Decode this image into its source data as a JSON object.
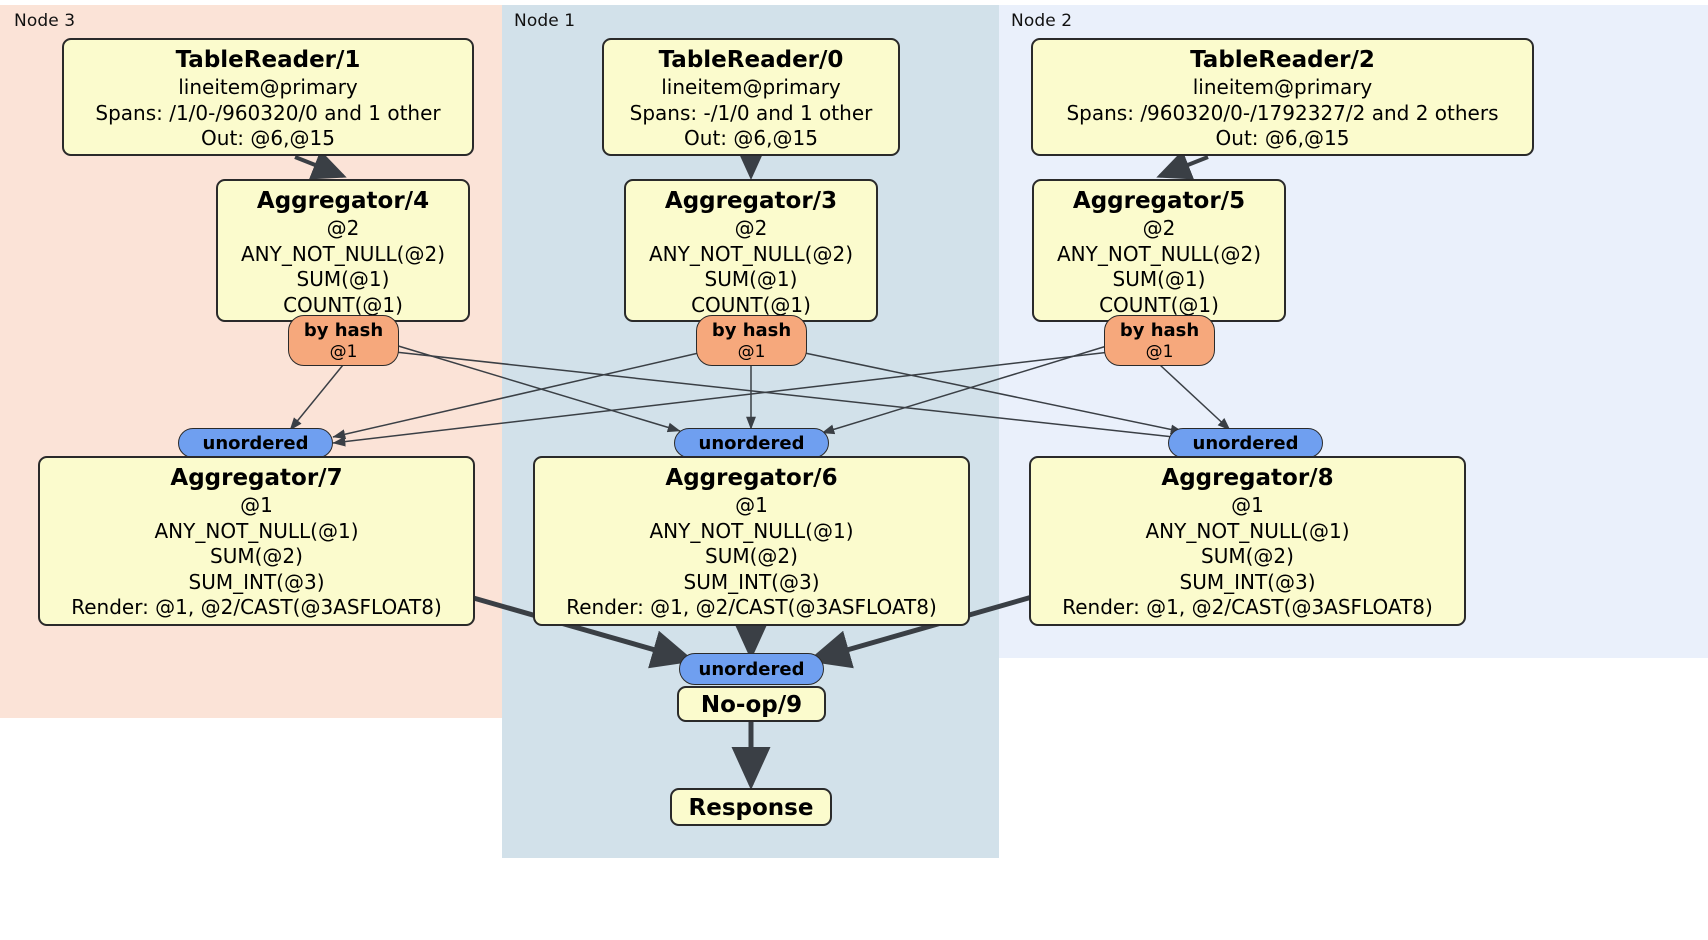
{
  "diagram": {
    "type": "distributed-query-plan",
    "colors": {
      "node3_panel": "#fbe3d7",
      "node1_panel": "#d2e1ea",
      "node2_panel": "#eaf0fb",
      "box_fill": "#fbfbcd",
      "box_border": "#2a2a2a",
      "hash_pill": "#f6a87c",
      "unordered_pill": "#6f9ff0",
      "edge": "#3a3f45"
    },
    "panels": [
      {
        "id": "node3",
        "label": "Node 3"
      },
      {
        "id": "node1",
        "label": "Node 1"
      },
      {
        "id": "node2",
        "label": "Node 2"
      }
    ],
    "nodes": {
      "table_reader_1": {
        "title": "TableReader/1",
        "lines": [
          "lineitem@primary",
          "Spans: /1/0-/960320/0 and 1 other",
          "Out: @6,@15"
        ]
      },
      "table_reader_0": {
        "title": "TableReader/0",
        "lines": [
          "lineitem@primary",
          "Spans: -/1/0 and 1 other",
          "Out: @6,@15"
        ]
      },
      "table_reader_2": {
        "title": "TableReader/2",
        "lines": [
          "lineitem@primary",
          "Spans: /960320/0-/1792327/2 and 2 others",
          "Out: @6,@15"
        ]
      },
      "aggregator_4": {
        "title": "Aggregator/4",
        "lines": [
          "@2",
          "ANY_NOT_NULL(@2)",
          "SUM(@1)",
          "COUNT(@1)"
        ]
      },
      "aggregator_3": {
        "title": "Aggregator/3",
        "lines": [
          "@2",
          "ANY_NOT_NULL(@2)",
          "SUM(@1)",
          "COUNT(@1)"
        ]
      },
      "aggregator_5": {
        "title": "Aggregator/5",
        "lines": [
          "@2",
          "ANY_NOT_NULL(@2)",
          "SUM(@1)",
          "COUNT(@1)"
        ]
      },
      "aggregator_7": {
        "title": "Aggregator/7",
        "lines": [
          "@1",
          "ANY_NOT_NULL(@1)",
          "SUM(@2)",
          "SUM_INT(@3)",
          "Render: @1, @2/CAST(@3ASFLOAT8)"
        ]
      },
      "aggregator_6": {
        "title": "Aggregator/6",
        "lines": [
          "@1",
          "ANY_NOT_NULL(@1)",
          "SUM(@2)",
          "SUM_INT(@3)",
          "Render: @1, @2/CAST(@3ASFLOAT8)"
        ]
      },
      "aggregator_8": {
        "title": "Aggregator/8",
        "lines": [
          "@1",
          "ANY_NOT_NULL(@1)",
          "SUM(@2)",
          "SUM_INT(@3)",
          "Render: @1, @2/CAST(@3ASFLOAT8)"
        ]
      },
      "noop_9": {
        "title": "No-op/9",
        "lines": []
      },
      "response": {
        "title": "Response",
        "lines": []
      }
    },
    "routers": {
      "hash_4": {
        "label": "by hash",
        "sub": "@1"
      },
      "hash_3": {
        "label": "by hash",
        "sub": "@1"
      },
      "hash_5": {
        "label": "by hash",
        "sub": "@1"
      },
      "unordered_left": {
        "label": "unordered"
      },
      "unordered_center": {
        "label": "unordered"
      },
      "unordered_right": {
        "label": "unordered"
      },
      "unordered_final": {
        "label": "unordered"
      }
    }
  }
}
